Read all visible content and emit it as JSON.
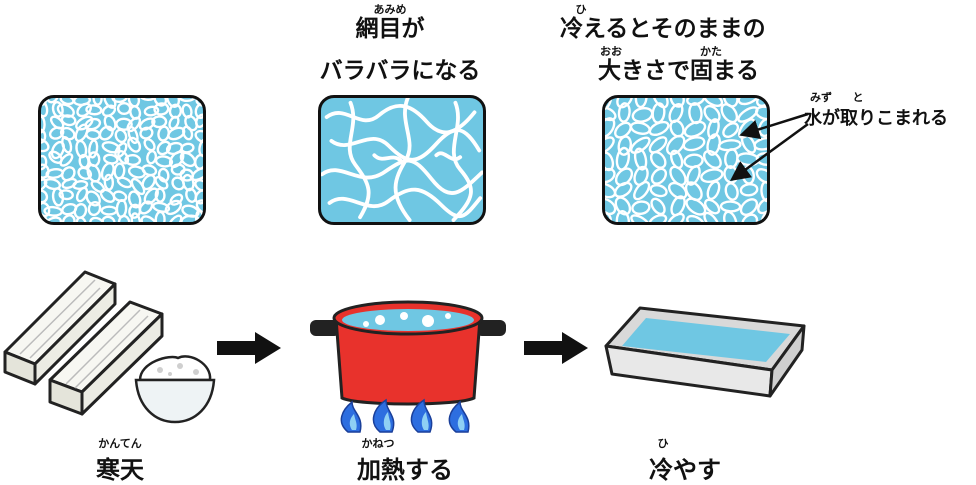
{
  "stage1": {
    "heading_line1": "網目が",
    "heading_line1_ruby": "あみめ",
    "heading_line2": "バラバラになる"
  },
  "stage2": {
    "heading_line1": "冷えるとそのままの",
    "heading_line1_ruby": "ひ",
    "heading_line2": "大きさで固まる",
    "heading_line2_ruby_a": "おお",
    "heading_line2_ruby_b": "かた"
  },
  "annotation": {
    "text": "水が取りこまれる",
    "ruby_a": "みず",
    "ruby_b": "と"
  },
  "steps": [
    {
      "label": "寒天",
      "ruby": "かんてん"
    },
    {
      "label": "加熱する",
      "ruby": "かねつ"
    },
    {
      "label": "冷やす",
      "ruby": "ひ"
    }
  ],
  "colors": {
    "water_blue": "#6fc7e3",
    "pot_red": "#e8322c",
    "flame_blue": "#2d6ee0",
    "tray_gray": "#d9d9d9"
  }
}
